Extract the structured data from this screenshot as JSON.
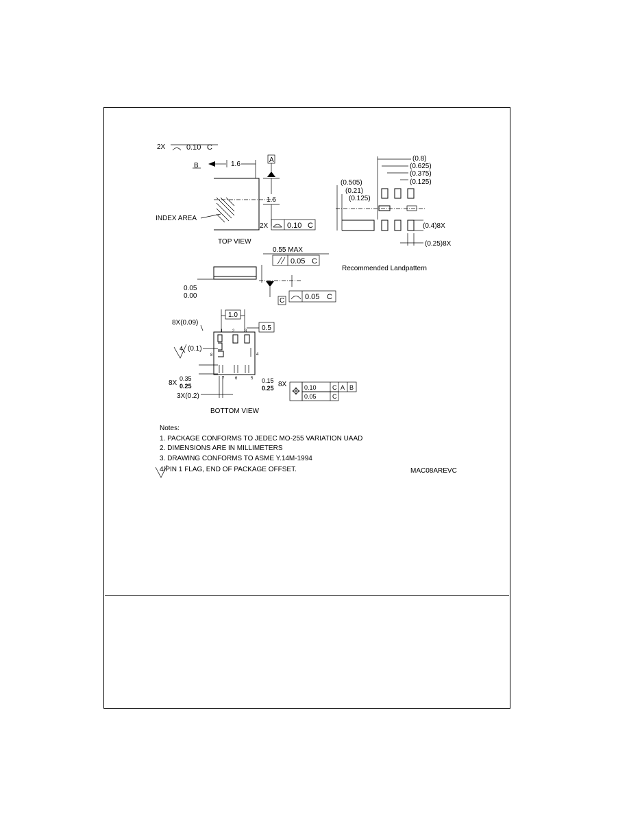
{
  "top_view": {
    "title": "TOP VIEW",
    "tol_flatness_count": "2X",
    "tol_flatness_value": "0.10",
    "tol_flatness_datum": "C",
    "datum_a": "A",
    "datum_b": "B",
    "dim_width": "1.6",
    "dim_height": "1.6",
    "tol_profile_count": "2X",
    "tol_profile_value": "0.10",
    "tol_profile_datum": "C",
    "index_area": "INDEX AREA"
  },
  "side_view": {
    "max_height": "0.55 MAX",
    "parallel_value": "0.05",
    "parallel_datum": "C",
    "standoff_max": "0.05",
    "standoff_min": "0.00",
    "datum_c": "C",
    "coplanarity_value": "0.05",
    "coplanarity_datum": "C"
  },
  "landpattern": {
    "title": "Recommended Landpattern",
    "dim_08": "(0.8)",
    "dim_0625": "(0.625)",
    "dim_0375": "(0.375)",
    "dim_0125_top": "(0.125)",
    "dim_0505": "(0.505)",
    "dim_021": "(0.21)",
    "dim_0125_left": "(0.125)",
    "dim_pad_len": "(0.4)8X",
    "dim_pad_w": "(0.25)8X"
  },
  "bottom_view": {
    "title": "BOTTOM VIEW",
    "pitch": "1.0",
    "lead_offset": "0.5",
    "corner_count": "8X(0.09)",
    "pin1_flag": "(0.1)",
    "flag_note": "4",
    "lead_len_prefix": "8X",
    "lead_len_max": "0.35",
    "lead_len_min": "0.25",
    "lead_spacing": "3X(0.2)",
    "lead_w_max": "0.15",
    "lead_w_min": "0.25",
    "lead_w_count": "8X",
    "pos_value": "0.10",
    "pos_datum_c": "C",
    "pos_datum_a": "A",
    "pos_datum_b": "B",
    "pos_value2": "0.05",
    "pos_datum_c2": "C",
    "pin_labels": [
      "1",
      "2",
      "3",
      "4",
      "5",
      "6",
      "7",
      "8"
    ]
  },
  "notes": {
    "heading": "Notes:",
    "items": [
      "1. PACKAGE CONFORMS TO JEDEC MO-255 VARIATION UAAD",
      "2. DIMENSIONS ARE IN MILLIMETERS",
      "3. DRAWING CONFORMS TO ASME Y.14M-1994",
      "4/PIN 1 FLAG, END OF PACKAGE OFFSET."
    ],
    "drawing_id": "MAC08AREVC"
  }
}
